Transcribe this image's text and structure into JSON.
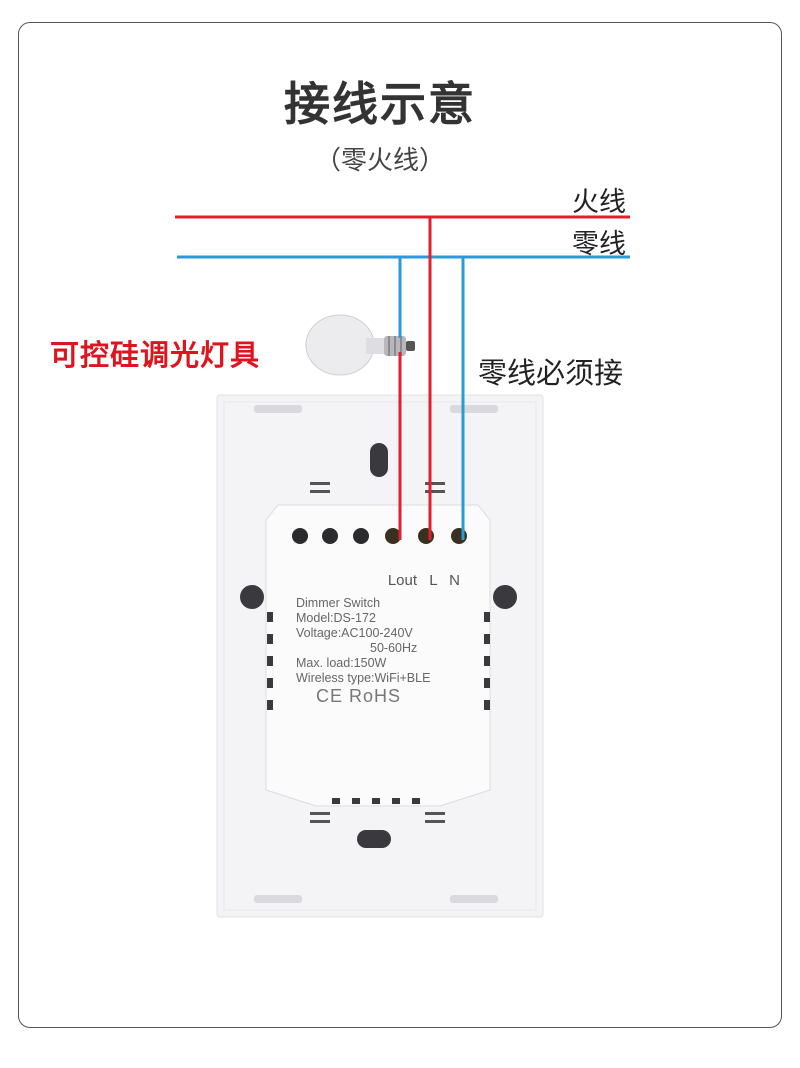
{
  "title": "接线示意",
  "subtitle": "（零火线）",
  "wires": {
    "live_label": "火线",
    "neutral_label": "零线",
    "live_color": "#e0202e",
    "neutral_color": "#2a9bd8"
  },
  "lamp_label": "可控硅调光灯具",
  "neutral_note": "零线必须接",
  "device": {
    "terminals": [
      "Lout",
      "L",
      "N"
    ],
    "spec_lines": [
      "Dimmer Switch",
      "Model:DS-172",
      "Voltage:AC100-240V",
      "50-60Hz",
      "Max. load:150W",
      "Wireless type:WiFi+BLE"
    ],
    "cert_marks": "CE RoHS"
  }
}
